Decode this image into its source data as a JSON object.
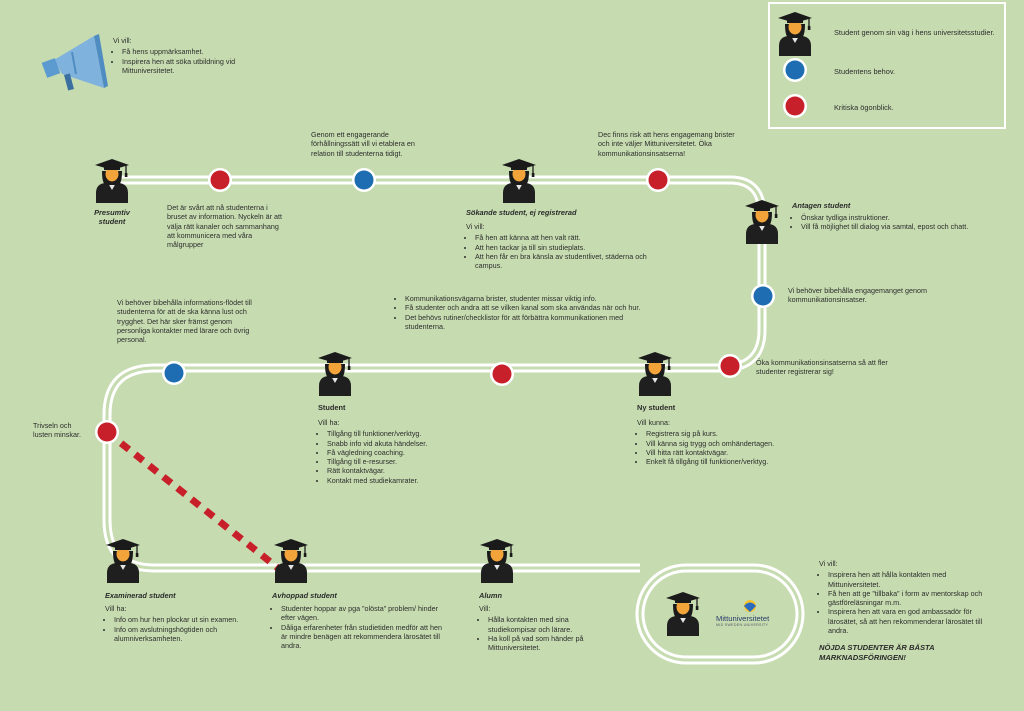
{
  "legend": {
    "student": "Student genom sin väg i hens universitetsstudier.",
    "needs": "Studentens behov.",
    "critical": "Kritiska ögonblick."
  },
  "colors": {
    "background": "#c6dcb0",
    "need": "#1e6db3",
    "critical": "#c8202a",
    "road": "#ffffff",
    "dash": "#c8202a"
  },
  "megaphone": {
    "icon": "megaphone-icon",
    "intro": "Vi vill:",
    "items": [
      "Få hens uppmärksamhet.",
      "Inspirera hen att söka utbildning vid Mittuniversitetet."
    ]
  },
  "stations": {
    "presumtiv": {
      "title": "Presumtiv student"
    },
    "sokande": {
      "title": "Sökande student, ej registrerad",
      "intro": "Vi vill:",
      "items": [
        "Få hen att känna att hen valt rätt.",
        "Att hen tackar ja till sin studieplats.",
        "Att hen får en bra känsla av studentlivet, städerna och campus."
      ]
    },
    "antagen": {
      "title": "Antagen student",
      "items": [
        "Önskar tydliga instruktioner.",
        "Vill få möjlighet till dialog via samtal, epost och chatt."
      ]
    },
    "ny": {
      "title": "Ny student",
      "intro": "Vill kunna:",
      "items": [
        "Registrera sig på kurs.",
        "Vill känna sig trygg och omhändertagen.",
        "Vill hitta rätt kontaktvägar.",
        "Enkelt få tillgång till funktioner/verktyg."
      ]
    },
    "student": {
      "title": "Student",
      "intro": "Vill ha:",
      "items": [
        "Tillgång till funktioner/verktyg.",
        "Snabb info vid akuta händelser.",
        "Få vägledning coaching.",
        "Tillgång till e-resurser.",
        "Rätt kontaktvägar.",
        "Kontakt med studiekamrater."
      ]
    },
    "examinerad": {
      "title": "Examinerad student",
      "intro": "Vill ha:",
      "items": [
        "Info om hur hen plockar ut sin examen.",
        "Info om avslutningshögtiden och alumniverksamheten."
      ]
    },
    "avhoppad": {
      "title": "Avhoppad student",
      "items": [
        "Studenter hoppar av pga ”olösta” problem/ hinder efter vägen.",
        "Dåliga erfarenheter från studietiden medför att hen är mindre benägen att rekommendera lärosätet till andra."
      ]
    },
    "alumn": {
      "title": "Alumn",
      "intro": "Vill:",
      "items": [
        "Hålla kontakten med sina studiekompisar och lärare.",
        "Ha koll på vad som händer på Mittuniversitetet."
      ]
    }
  },
  "moments": {
    "m1": "Det är svårt att nå studenterna i bruset av information. Nyckeln är att välja rätt kanaler och sammanhang att kommunicera med våra målgrupper",
    "n1": "Genom ett engagerande förhållningssätt vill vi etablera en relation till studenterna tidigt.",
    "m2": "Dec finns risk att hens engagemang brister och inte väljer Mittuniversitetet. Öka kommunikationsinsatserna!",
    "n2": "Vi behöver bibehålla engagemanget genom kommunikationsinsatser.",
    "m3": "Öka kommunikationsinsatserna så att fler studenter registrerar sig!",
    "m4_items": [
      "Kommunikationsvägarna brister, studenter missar viktig info.",
      "Få studenter och andra att se vilken kanal som ska användas när och hur.",
      "Det behövs rutiner/checklistor för att förbättra kommunikationen med studenterna."
    ],
    "n3": "Vi behöver bibehålla informations-flödet till studenterna för att de ska känna lust och trygghet. Det här sker främst genom personliga kontakter med lärare och övrig personal.",
    "m5": "Trivseln och lusten minskar."
  },
  "final": {
    "intro": "Vi vill:",
    "items": [
      "Inspirera hen att hålla kontakten med Mittuniversitetet.",
      "Få hen att ge ”tillbaka” i form av mentorskap och gästföreläsningar m.m.",
      "Inspirera hen att vara en god ambassadör för lärosätet, så att hen rekommenderar lärosätet till andra."
    ],
    "slogan": "NÖJDA STUDENTER ÄR BÄSTA MARKNADSFÖRINGEN!"
  },
  "logo": {
    "name": "Mittuniversitetet",
    "sub": "MID SWEDEN UNIVERSITY"
  }
}
